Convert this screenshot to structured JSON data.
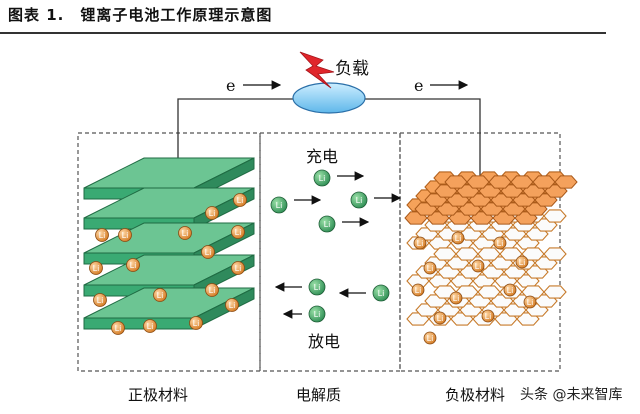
{
  "figure": {
    "title": "图表 1.　锂离子电池工作原理示意图"
  },
  "labels": {
    "load": "负载",
    "electron_left": "e",
    "electron_right": "e",
    "charge": "充电",
    "discharge": "放电",
    "cathode": "正极材料",
    "electrolyte": "电解质",
    "anode": "负极材料"
  },
  "ion_symbol": "Li",
  "watermark": "头条 @未来智库",
  "colors": {
    "cathode_green": "#3aaa73",
    "anode_orange": "#f2a15a",
    "ion_green": "#2f8f55",
    "ion_orange": "#e38b2f",
    "load_blue": "#8fd3f6",
    "lightning": "#e0262b"
  }
}
